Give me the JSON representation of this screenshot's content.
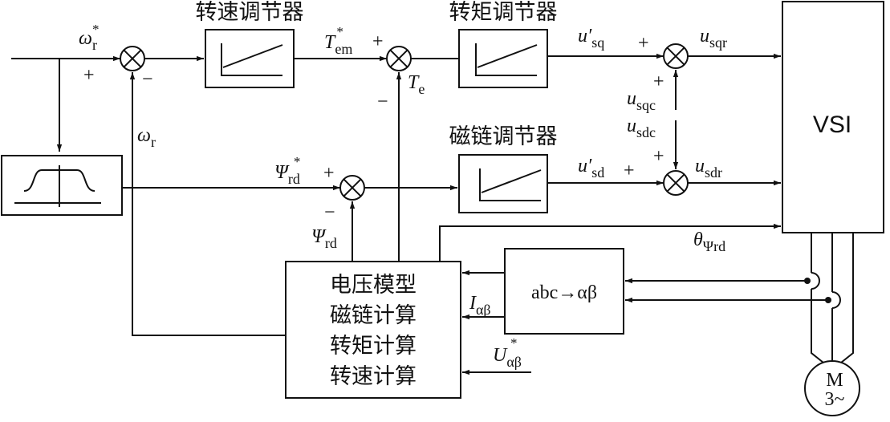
{
  "blocks": {
    "speed_regulator": "转速调节器",
    "torque_regulator": "转矩调节器",
    "flux_regulator": "磁链调节器",
    "vsi": "VSI",
    "transform": "abc→αβ",
    "calc_lines": [
      "电压模型",
      "磁链计算",
      "转矩计算",
      "转速计算"
    ],
    "motor_main": "M",
    "motor_sub": "3~"
  },
  "signals": {
    "omega_ref": {
      "main": "ω",
      "sub": "r",
      "sup": "*"
    },
    "omega_fb": {
      "main": "ω",
      "sub": "r"
    },
    "torque_ref": {
      "main": "T",
      "sub": "em",
      "sup": "*"
    },
    "torque_fb": {
      "main": "T",
      "sub": "e"
    },
    "flux_ref": {
      "main": "Ψ",
      "sub": "rd",
      "sup": "*"
    },
    "flux_fb": {
      "main": "Ψ",
      "sub": "rd"
    },
    "u_sq_prime": {
      "main": "u′",
      "sub": "sq"
    },
    "u_sqr": {
      "main": "u",
      "sub": "sqr"
    },
    "u_sqc": {
      "main": "u",
      "sub": "sqc"
    },
    "u_sd_prime": {
      "main": "u′",
      "sub": "sd"
    },
    "u_sdr": {
      "main": "u",
      "sub": "sdr"
    },
    "u_sdc": {
      "main": "u",
      "sub": "sdc"
    },
    "theta": {
      "main": "θ",
      "sub": "Ψrd"
    },
    "current": {
      "main": "I",
      "sub": "αβ"
    },
    "voltage": {
      "main": "U",
      "sub": "αβ",
      "sup": "*"
    }
  },
  "signs": {
    "plus": "+",
    "minus": "−"
  },
  "symbols": {
    "summing_junction": "⊗"
  }
}
